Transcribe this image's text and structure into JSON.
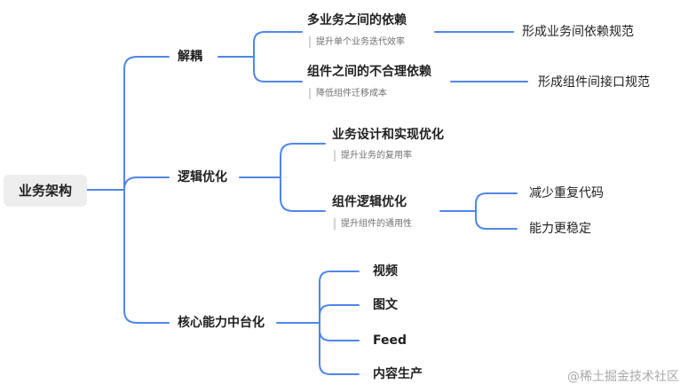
{
  "root": {
    "label": "业务架构"
  },
  "branches": [
    {
      "label": "解耦",
      "children": [
        {
          "label": "多业务之间的依赖",
          "note": "提升单个业务迭代效率",
          "leaf": "形成业务间依赖规范"
        },
        {
          "label": "组件之间的不合理依赖",
          "note": "降低组件迁移成本",
          "leaf": "形成组件间接口规范"
        }
      ]
    },
    {
      "label": "逻辑优化",
      "children": [
        {
          "label": "业务设计和实现优化",
          "note": "提升业务的复用率"
        },
        {
          "label": "组件逻辑优化",
          "note": "提升组件的通用性",
          "leaves": [
            "减少重复代码",
            "能力更稳定"
          ]
        }
      ]
    },
    {
      "label": "核心能力中台化",
      "children": [
        {
          "label": "视频"
        },
        {
          "label": "图文"
        },
        {
          "label": "Feed"
        },
        {
          "label": "内容生产"
        }
      ]
    }
  ],
  "watermark": "@稀土掘金技术社区",
  "colors": {
    "line": "#4f86e8",
    "root_bg": "#eeeeee",
    "note_bar": "#d4d4d4"
  }
}
